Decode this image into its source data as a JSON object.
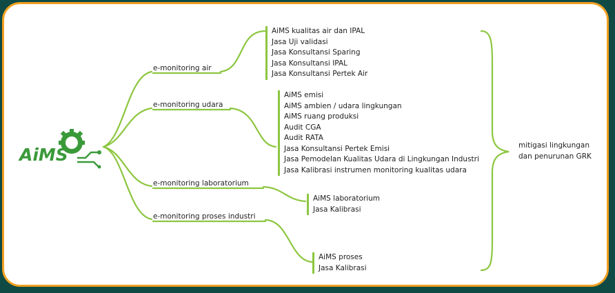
{
  "logo": {
    "text": "AiMS",
    "colors": {
      "green": "#3a9a3a",
      "orange": "#f39c12"
    }
  },
  "accent_color": "#8cc63f",
  "border_color": "#f0a020",
  "branches": [
    {
      "label": "e-monitoring air",
      "items": [
        "AiMS kualitas air dan IPAL",
        "Jasa Uji validasi",
        "Jasa Konsultansi Sparing",
        "Jasa Konsultansi IPAL",
        "Jasa Konsultansi Pertek Air"
      ]
    },
    {
      "label": "e-monitoring udara",
      "items": [
        "AiMS emisi",
        "AiMS ambien / udara lingkungan",
        "AiMS ruang produksi",
        "Audit CGA",
        "Audit RATA",
        "Jasa Konsultansi Pertek Emisi",
        "Jasa Pemodelan Kualitas Udara di Lingkungan Industri",
        "Jasa Kalibrasi instrumen monitoring kualitas udara"
      ]
    },
    {
      "label": "e-monitoring laboratorium",
      "items": [
        "AiMS laboratorium",
        "Jasa Kalibrasi"
      ]
    },
    {
      "label": "e-monitoring proses industri",
      "items": [
        "AiMS proses",
        "Jasa Kalibrasi"
      ]
    }
  ],
  "outcome": {
    "line1": "mitigasi lingkungan",
    "line2": "dan penurunan GRK"
  }
}
